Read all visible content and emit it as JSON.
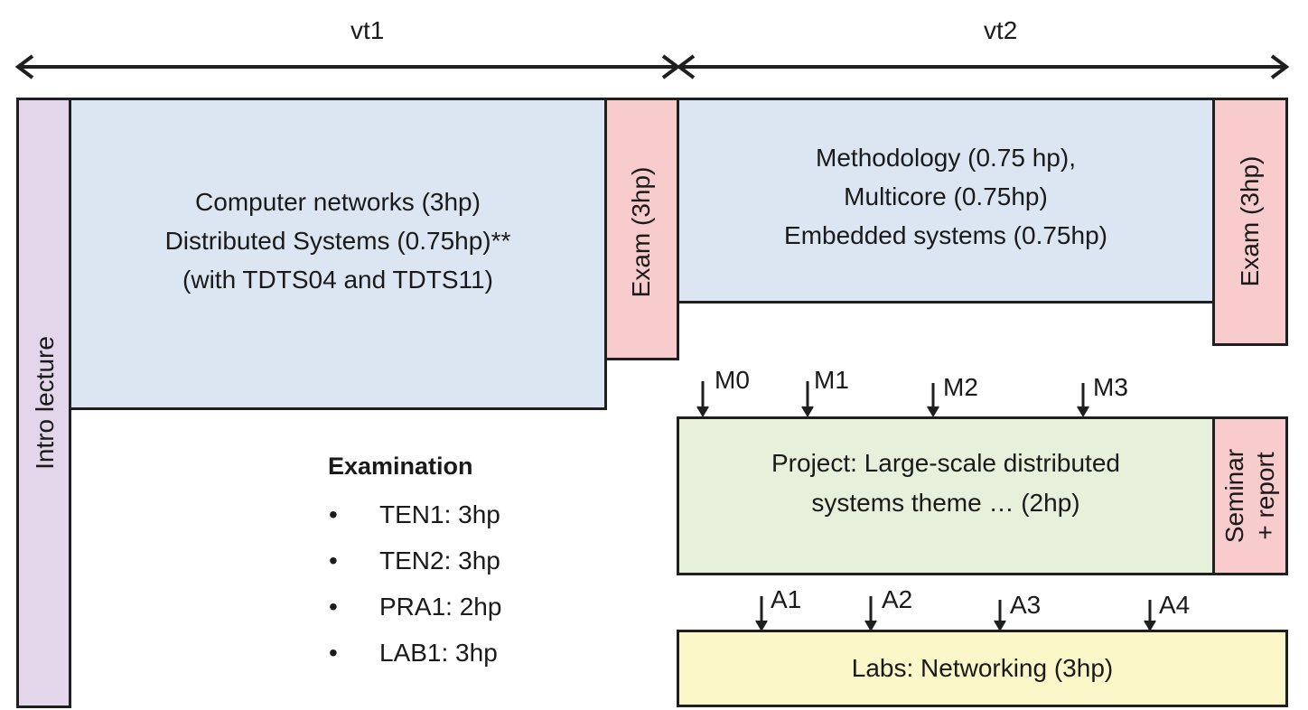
{
  "periods": {
    "vt1": "vt1",
    "vt2": "vt2"
  },
  "intro": "Intro lecture",
  "networks": {
    "lines": [
      "Computer networks (3hp)",
      "Distributed Systems (0.75hp)**",
      "(with TDTS04 and TDTS11)"
    ]
  },
  "exam1": "Exam (3hp)",
  "methodology": {
    "lines": [
      "Methodology (0.75 hp),",
      "Multicore (0.75hp)",
      "Embedded systems (0.75hp)"
    ]
  },
  "exam2": "Exam (3hp)",
  "project": {
    "lines": [
      "Project: Large-scale distributed",
      "systems theme … (2hp)"
    ]
  },
  "seminar": {
    "lines": [
      "Seminar",
      "+ report"
    ]
  },
  "labs": "Labs: Networking (3hp)",
  "milestones": [
    "M0",
    "M1",
    "M2",
    "M3"
  ],
  "assignments": [
    "A1",
    "A2",
    "A3",
    "A4"
  ],
  "examination": {
    "title": "Examination",
    "bullet": "•",
    "items": [
      "TEN1: 3hp",
      "TEN2: 3hp",
      "PRA1: 2hp",
      "LAB1: 3hp"
    ]
  },
  "colors": {
    "intro_fill": "#e3d5ea",
    "blue_fill": "#dce6f2",
    "exam_fill": "#f8cccc",
    "project_fill": "#e6f0da",
    "labs_fill": "#fbf7c8",
    "border": "#1f1f1f"
  }
}
